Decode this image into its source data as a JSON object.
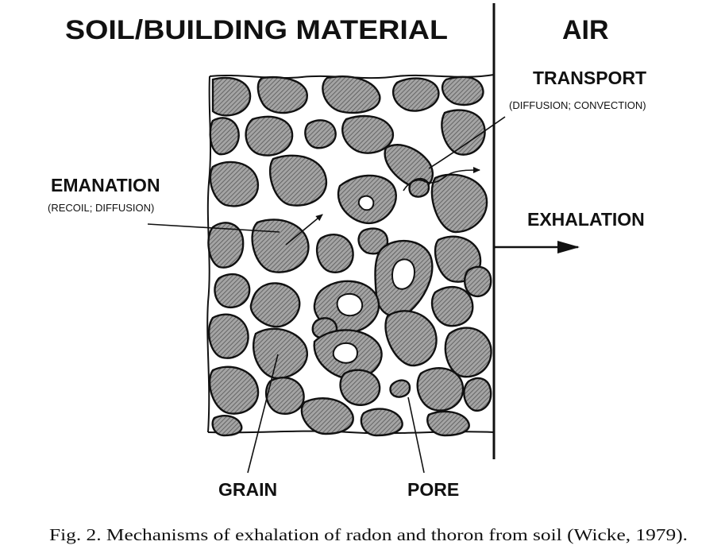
{
  "header": {
    "left_title": "SOIL/BUILDING MATERIAL",
    "right_title": "AIR"
  },
  "labels": {
    "transport": "TRANSPORT",
    "transport_detail": "(DIFFUSION; CONVECTION)",
    "emanation": "EMANATION",
    "emanation_detail": "(RECOIL; DIFFUSION)",
    "exhalation": "EXHALATION",
    "grain": "GRAIN",
    "pore": "PORE"
  },
  "caption": "Fig. 2. Mechanisms of exhalation of radon and thoron from soil (Wicke, 1979).",
  "colors": {
    "ink": "#111111",
    "grain_fill": "#8c8c8c",
    "background": "#ffffff"
  }
}
